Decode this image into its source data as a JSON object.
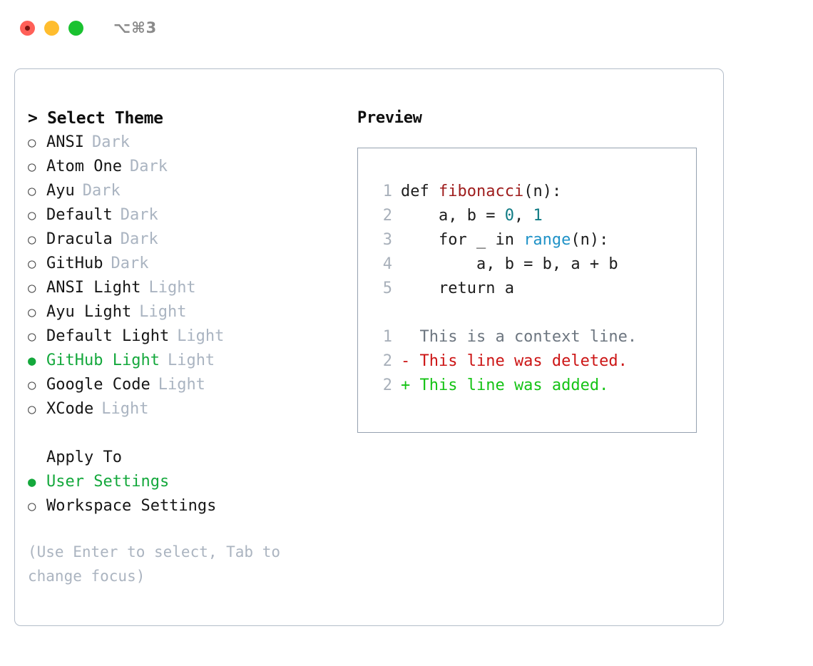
{
  "titlebar": {
    "shortcut": "⌥⌘3",
    "lights": [
      "close",
      "minimize",
      "maximize"
    ]
  },
  "left": {
    "section_title": "> Select Theme",
    "themes": [
      {
        "bullet": "○",
        "label": "ANSI",
        "tag": "Dark",
        "selected": false
      },
      {
        "bullet": "○",
        "label": "Atom One",
        "tag": "Dark",
        "selected": false
      },
      {
        "bullet": "○",
        "label": "Ayu",
        "tag": "Dark",
        "selected": false
      },
      {
        "bullet": "○",
        "label": "Default",
        "tag": "Dark",
        "selected": false
      },
      {
        "bullet": "○",
        "label": "Dracula",
        "tag": "Dark",
        "selected": false
      },
      {
        "bullet": "○",
        "label": "GitHub",
        "tag": "Dark",
        "selected": false
      },
      {
        "bullet": "○",
        "label": "ANSI Light",
        "tag": "Light",
        "selected": false
      },
      {
        "bullet": "○",
        "label": "Ayu Light",
        "tag": "Light",
        "selected": false
      },
      {
        "bullet": "○",
        "label": "Default Light",
        "tag": "Light",
        "selected": false
      },
      {
        "bullet": "●",
        "label": "GitHub Light",
        "tag": "Light",
        "selected": true
      },
      {
        "bullet": "○",
        "label": "Google Code",
        "tag": "Light",
        "selected": false
      },
      {
        "bullet": "○",
        "label": "XCode",
        "tag": "Light",
        "selected": false
      }
    ],
    "apply_to_title": "Apply To",
    "apply_to": [
      {
        "bullet": "●",
        "label": "User Settings",
        "selected": true
      },
      {
        "bullet": "○",
        "label": "Workspace Settings",
        "selected": false
      }
    ],
    "hint": "(Use Enter to select, Tab to\nchange focus)"
  },
  "preview": {
    "title": "Preview",
    "code_lines": [
      {
        "n": "1",
        "tokens": [
          {
            "t": "def ",
            "c": "plain"
          },
          {
            "t": "fibonacci",
            "c": "func"
          },
          {
            "t": "(n):",
            "c": "plain"
          }
        ]
      },
      {
        "n": "2",
        "tokens": [
          {
            "t": "    a, b = ",
            "c": "plain"
          },
          {
            "t": "0",
            "c": "num"
          },
          {
            "t": ", ",
            "c": "plain"
          },
          {
            "t": "1",
            "c": "num"
          }
        ]
      },
      {
        "n": "3",
        "tokens": [
          {
            "t": "    for _ in ",
            "c": "plain"
          },
          {
            "t": "range",
            "c": "call"
          },
          {
            "t": "(n):",
            "c": "plain"
          }
        ]
      },
      {
        "n": "4",
        "tokens": [
          {
            "t": "        a, b = b, a + b",
            "c": "plain"
          }
        ]
      },
      {
        "n": "5",
        "tokens": [
          {
            "t": "    return a",
            "c": "plain"
          }
        ]
      }
    ],
    "diff_lines": [
      {
        "n": "1",
        "tokens": [
          {
            "t": "  This is a context line.",
            "c": "ctx"
          }
        ]
      },
      {
        "n": "2",
        "tokens": [
          {
            "t": "- This line was deleted.",
            "c": "del"
          }
        ]
      },
      {
        "n": "2",
        "tokens": [
          {
            "t": "+ This line was added.",
            "c": "add"
          }
        ]
      }
    ]
  },
  "colors": {
    "selection_green": "#14a83c",
    "tag_gray": "#aab4c1",
    "func_red": "#9e1c1c",
    "number_teal": "#0f7b84",
    "call_blue": "#1f92c7",
    "diff_delete": "#cc1515",
    "diff_add": "#15c315",
    "panel_border": "#b3bdc9",
    "preview_border": "#95a1b0"
  }
}
